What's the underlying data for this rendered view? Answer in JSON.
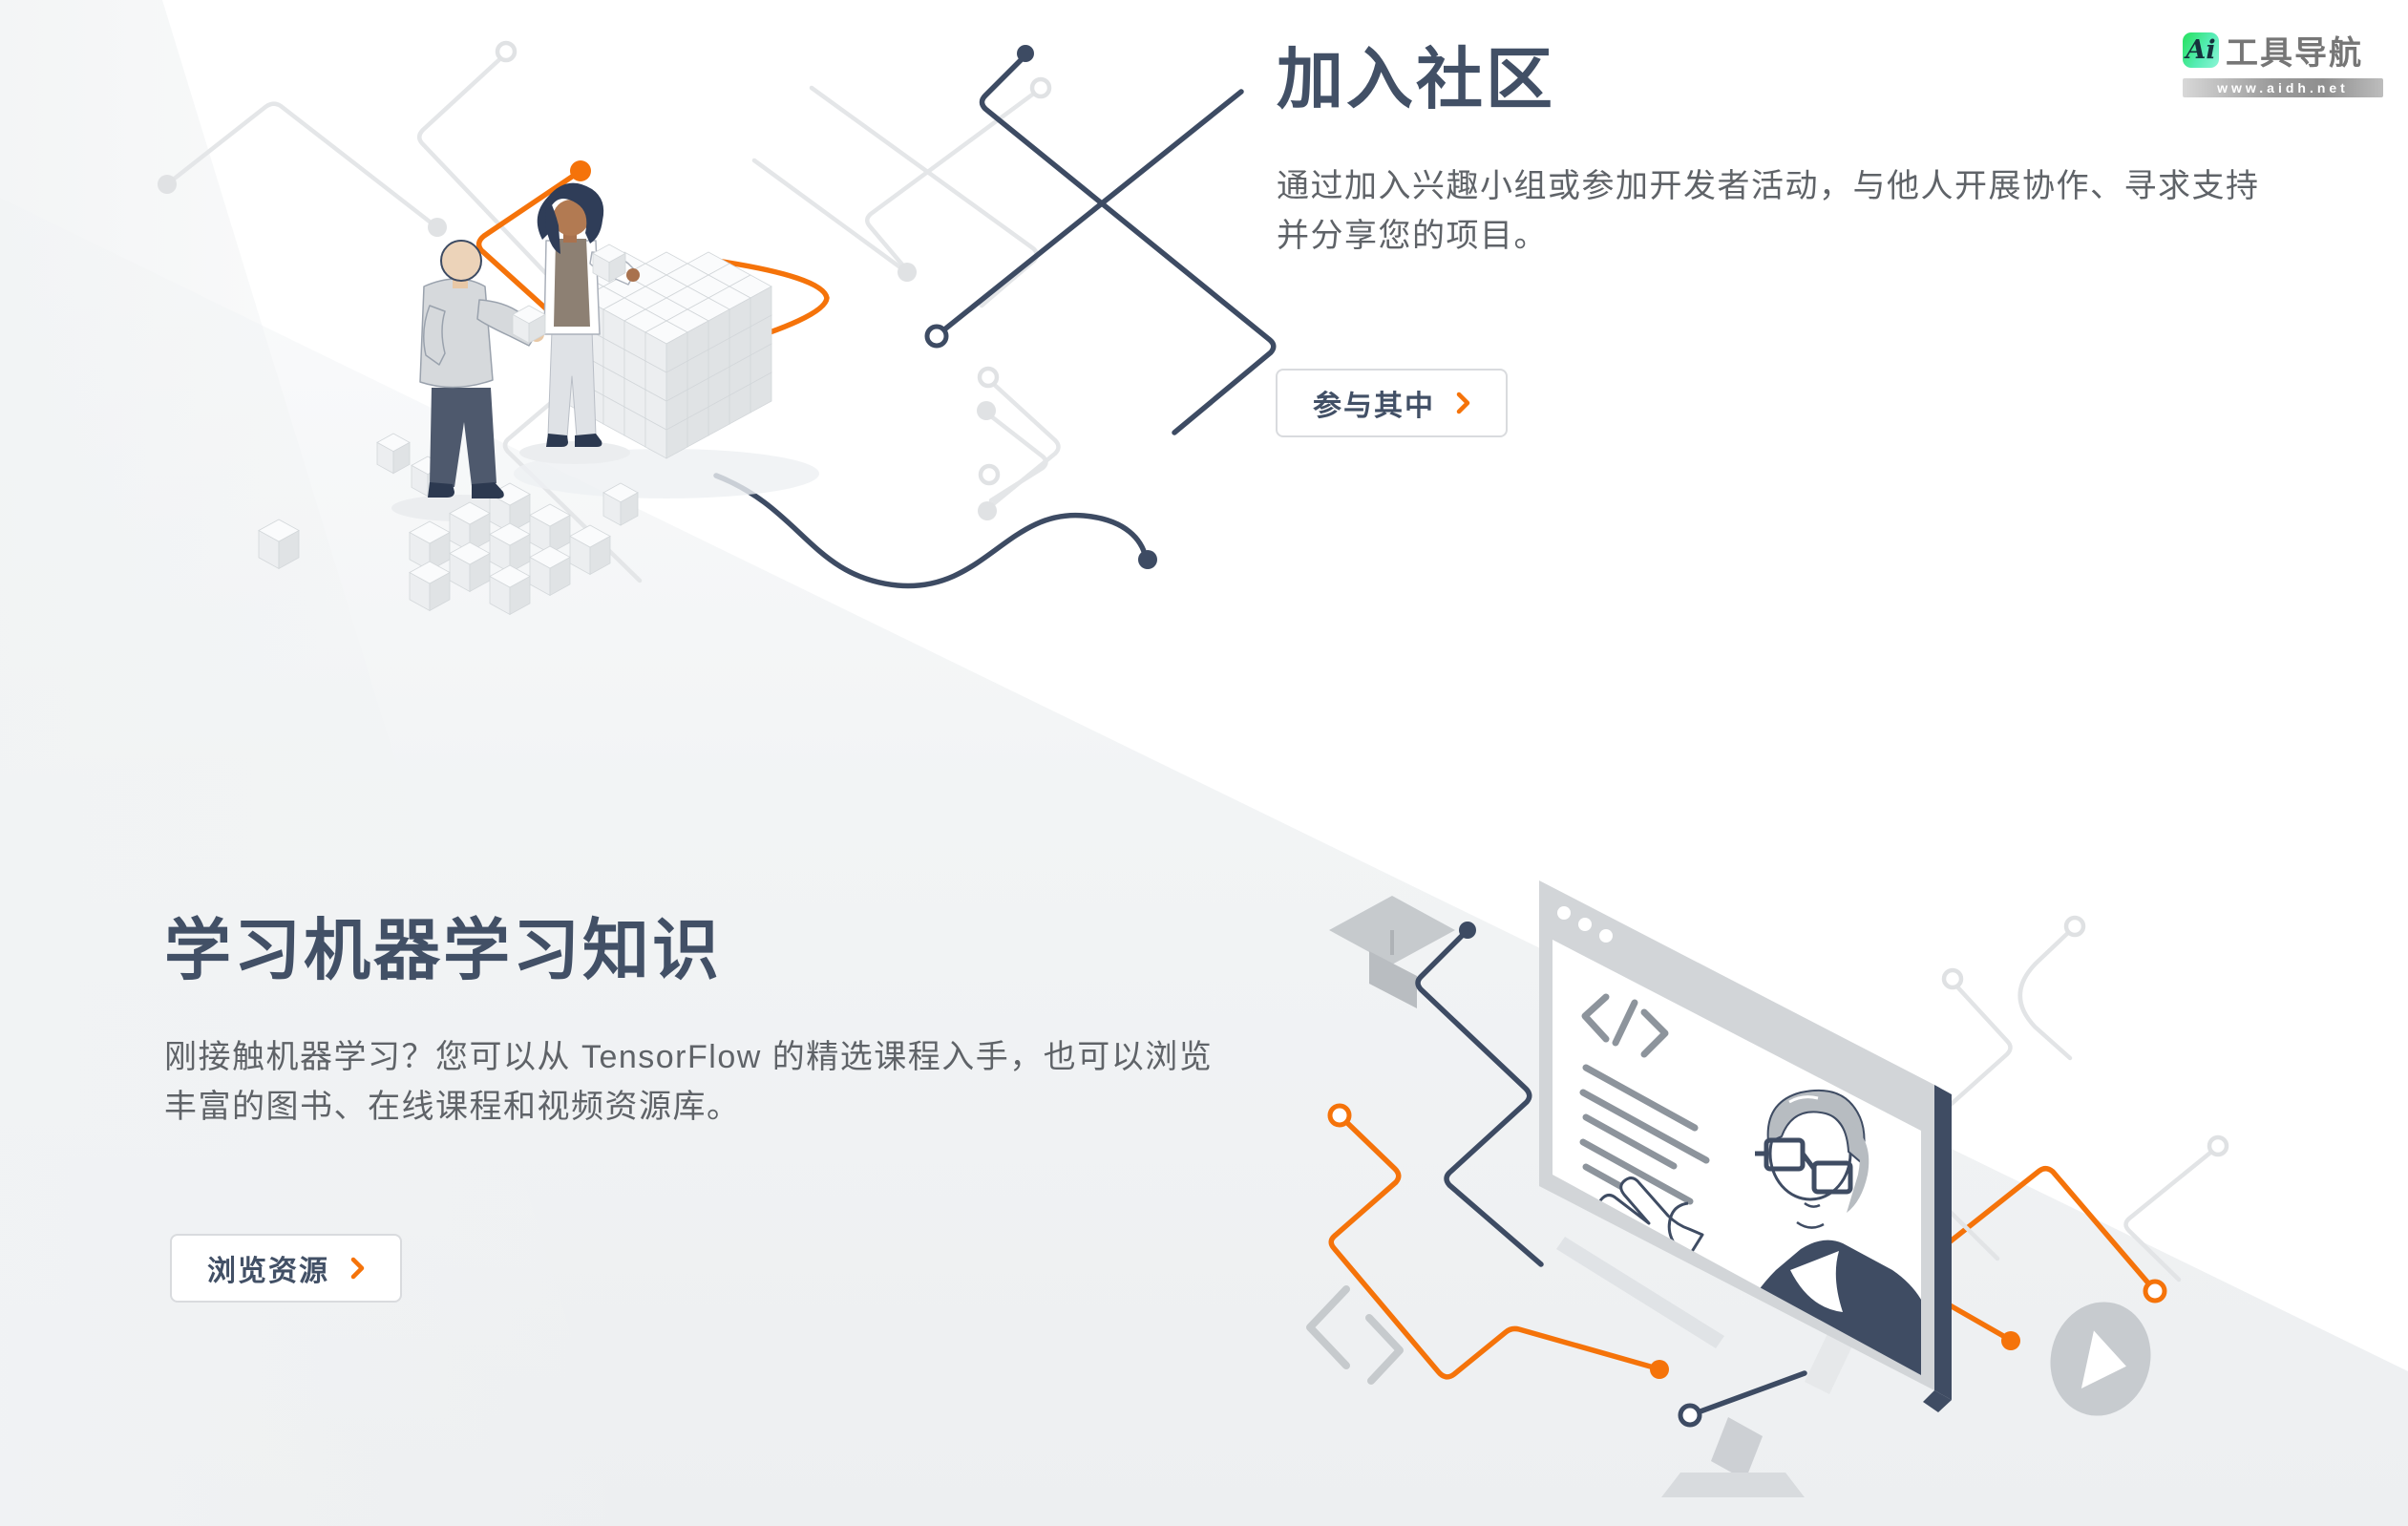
{
  "sections": [
    {
      "id": "community",
      "title": "加入社区",
      "description": "通过加入兴趣小组或参加开发者活动，与他人开展协作、寻求支持并分享您的项目。",
      "cta": "参与其中",
      "illustration": "two-people-building-voxel-cube"
    },
    {
      "id": "learn-ml",
      "title": "学习机器学习知识",
      "description": "刚接触机器学习？您可以从 TensorFlow 的精选课程入手，也可以浏览丰富的图书、在线课程和视频资源库。",
      "cta": "浏览资源",
      "illustration": "instructor-video-in-browser-window"
    }
  ],
  "watermark": {
    "icon_label": "Ai",
    "name": "工具导航",
    "url": "www.aidh.net"
  },
  "colors": {
    "heading_navy": "#425066",
    "body_gray": "#5f6368",
    "accent_orange": "#f5730a",
    "illustration_navy": "#3d4b63",
    "light_line_gray": "#e4e6e8",
    "section_background": "#eef0f2",
    "watermark_green": "#2ee36c"
  }
}
